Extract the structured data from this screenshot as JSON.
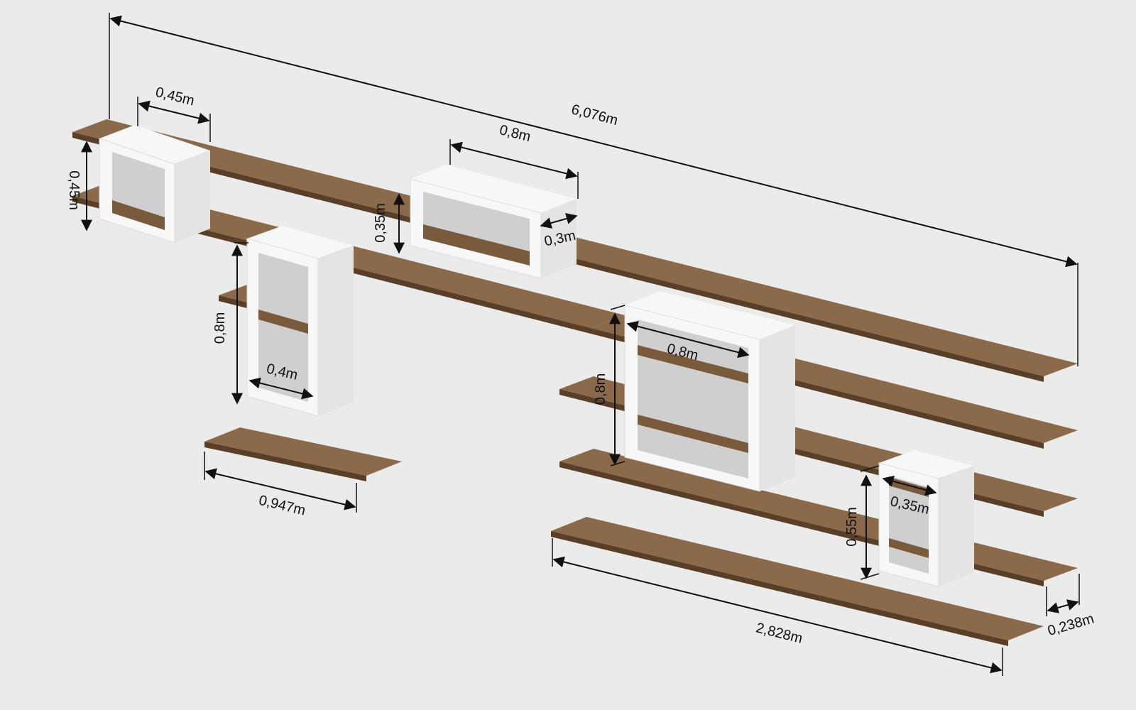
{
  "colors": {
    "background": "#ebebeb",
    "wood_top": "#8a6a4a",
    "wood_front": "#5a3f28",
    "cube_white": "#f7f7f7",
    "cube_side": "#e4e4e4",
    "dimension_ink": "#111111"
  },
  "dimensions": {
    "overall_length": "6,076m",
    "cube_a_width": "0,45m",
    "cube_a_height": "0,45m",
    "cube_b_width": "0,8m",
    "cube_b_height": "0,35m",
    "cube_b_depth": "0,3m",
    "cube_c_height": "0,8m",
    "cube_c_width": "0,4m",
    "single_shelf_length": "0,947m",
    "cube_d_width": "0,8m",
    "cube_d_height": "0,8m",
    "cube_e_width": "0,35m",
    "cube_e_height": "0,55m",
    "bottom_shelf_length": "2,828m",
    "shelf_depth": "0,238m"
  }
}
